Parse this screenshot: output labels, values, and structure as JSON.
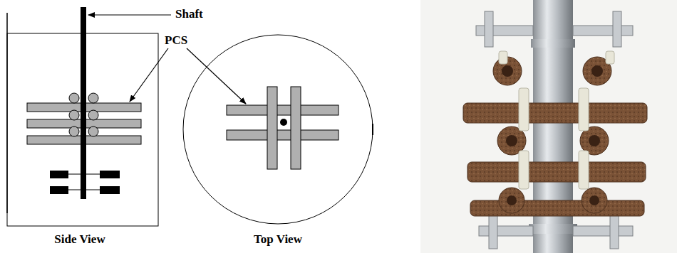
{
  "diagram": {
    "labels": [
      "Shaft",
      "PCS",
      "Side View",
      "Top View"
    ]
  }
}
